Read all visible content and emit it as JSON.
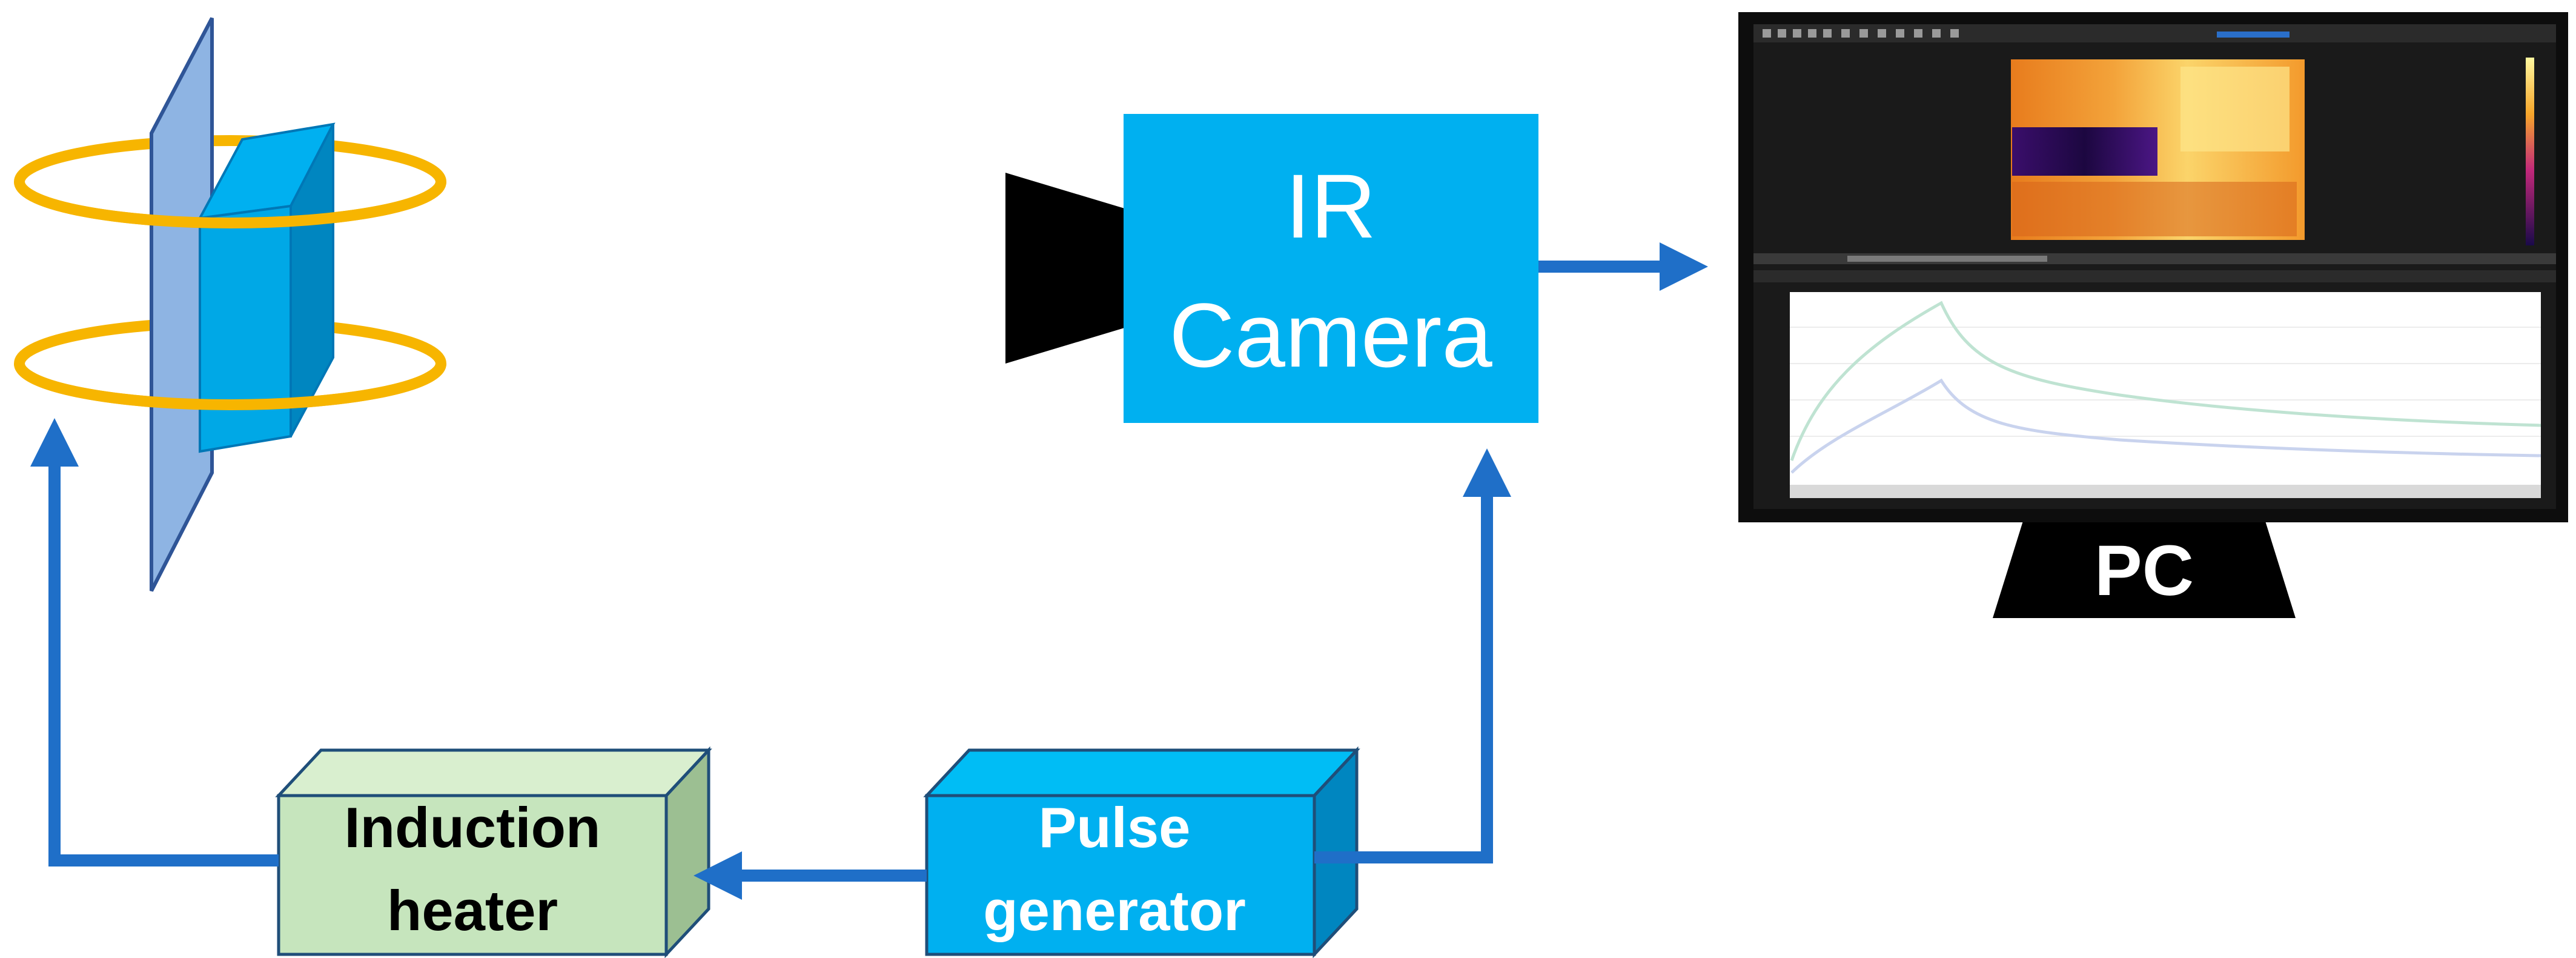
{
  "diagram": {
    "ir_camera": {
      "line1": "IR",
      "line2": "Camera"
    },
    "pc": {
      "label": "PC"
    },
    "induction_heater": {
      "line1": "Induction",
      "line2": "heater"
    },
    "pulse_generator": {
      "line1": "Pulse",
      "line2": "generator"
    }
  },
  "colors": {
    "arrow": "#1f6fc8",
    "camera_box": "#00b0f0",
    "camera_text": "#ffffff",
    "camera_lens": "#000000",
    "pulse_front": "#00b0f0",
    "pulse_side": "#0086c0",
    "pulse_top": "#00bdf5",
    "heater_front": "#c6e5bd",
    "heater_side": "#9cbf92",
    "heater_top": "#d9efcf",
    "coil": "#f7b500",
    "plate_front": "#8eb4e3",
    "plate_side": "#6c8fc4",
    "sample": "#00a8e6",
    "monitor_stand": "#000000",
    "monitor_screen": "#1a1a1a"
  }
}
